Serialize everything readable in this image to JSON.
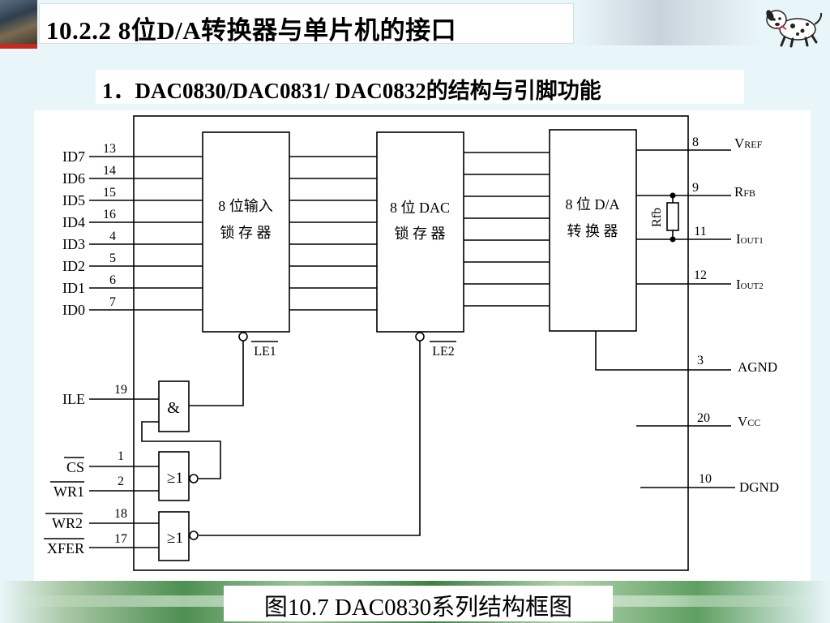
{
  "slide": {
    "title": "10.2.2  8位D/A转换器与单片机的接口",
    "section_heading": "1．DAC0830/DAC0831/ DAC0832的结构与引脚功能",
    "figure_caption": "图10.7  DAC0830系列结构框图"
  },
  "diagram": {
    "input_pins": [
      {
        "name": "ID7",
        "pin": "13"
      },
      {
        "name": "ID6",
        "pin": "14"
      },
      {
        "name": "ID5",
        "pin": "15"
      },
      {
        "name": "ID4",
        "pin": "16"
      },
      {
        "name": "ID3",
        "pin": "4"
      },
      {
        "name": "ID2",
        "pin": "5"
      },
      {
        "name": "ID1",
        "pin": "6"
      },
      {
        "name": "ID0",
        "pin": "7"
      }
    ],
    "blocks": {
      "input_latch": {
        "line1": "8 位输入",
        "line2": "锁 存 器"
      },
      "dac_latch": {
        "line1": "8 位 DAC",
        "line2": "锁 存 器"
      },
      "converter": {
        "line1": "8 位 D/A",
        "line2": "转 换 器"
      }
    },
    "enable_labels": {
      "le1": "LE1",
      "le2": "LE2"
    },
    "gates": {
      "and_symbol": "&",
      "or_symbol": "≥1"
    },
    "control_pins": {
      "ile": {
        "name": "ILE",
        "pin": "19"
      },
      "cs": {
        "name": "CS",
        "pin": "1"
      },
      "wr1": {
        "name": "WR1",
        "pin": "2"
      },
      "wr2": {
        "name": "WR2",
        "pin": "18"
      },
      "xfer": {
        "name": "XFER",
        "pin": "17"
      }
    },
    "resistor_label": "Rfb",
    "output_pins": {
      "vref": {
        "main": "V",
        "sub": "REF",
        "pin": "8"
      },
      "rfb": {
        "main": "R",
        "sub": "FB",
        "pin": "9"
      },
      "iout1": {
        "main": "I",
        "sub": "OUT1",
        "pin": "11"
      },
      "iout2": {
        "main": "I",
        "sub": "OUT2",
        "pin": "12"
      },
      "agnd": {
        "name": "AGND",
        "pin": "3"
      },
      "vcc": {
        "main": "V",
        "sub": "CC",
        "pin": "20"
      },
      "dgnd": {
        "name": "DGND",
        "pin": "10"
      }
    }
  },
  "icons": {
    "logo": "dalmatian-dog-icon",
    "photo": "landscape-photo-icon"
  },
  "colors": {
    "background": "#e9f6f9",
    "ink": "#000000",
    "panel": "#ffffff",
    "footer_green": "#4e8f52"
  }
}
